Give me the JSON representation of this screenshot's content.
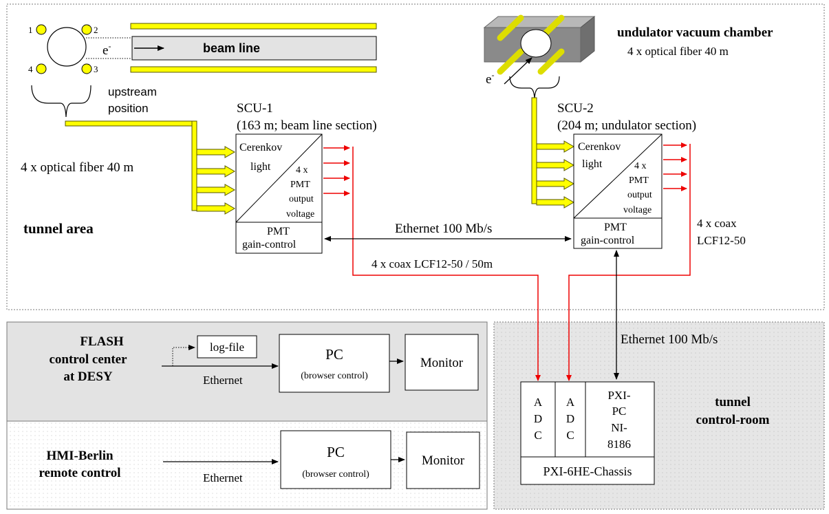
{
  "colors": {
    "fiber": "#ffff00",
    "fiber_outline": "#555500",
    "signal": "#ee0000",
    "panel_gray": "#e3e3e3",
    "chamber": "#888888"
  },
  "upstream": {
    "pmt_labels": [
      "1",
      "2",
      "4",
      "3"
    ],
    "electron": "e",
    "electron_sup": "-",
    "beam_line": "beam line",
    "position_line1": "upstream",
    "position_line2": "position",
    "fiber_label": "4 x optical fiber 40 m"
  },
  "undulator": {
    "title": "undulator vacuum chamber",
    "fiber_label": "4 x optical fiber 40 m",
    "electron": "e",
    "electron_sup": "-"
  },
  "scu1": {
    "title": "SCU-1",
    "subtitle": "(163 m; beam line section)",
    "cerenkov_line1": "Cerenkov",
    "cerenkov_line2": "light",
    "pmt_lines": [
      "4 x",
      "PMT",
      "output",
      "voltage"
    ],
    "gain_line1": "PMT",
    "gain_line2": "gain-control"
  },
  "scu2": {
    "title": "SCU-2",
    "subtitle": "(204 m; undulator section)",
    "cerenkov_line1": "Cerenkov",
    "cerenkov_line2": "light",
    "pmt_lines": [
      "4 x",
      "PMT",
      "output",
      "voltage"
    ],
    "gain_line1": "PMT",
    "gain_line2": "gain-control"
  },
  "tunnel": {
    "area_label": "tunnel area",
    "ethernet_label": "Ethernet 100 Mb/s",
    "coax_label": "4 x coax LCF12-50 / 50m",
    "coax2_line1": "4 x coax",
    "coax2_line2": "LCF12-50"
  },
  "flash": {
    "line1": "FLASH",
    "line2": "control center",
    "line3": "at DESY",
    "logfile": "log-file",
    "ethernet": "Ethernet",
    "pc": "PC",
    "browser": "(browser control)",
    "monitor": "Monitor"
  },
  "hmi": {
    "line1": "HMI-Berlin",
    "line2": "remote control",
    "ethernet": "Ethernet",
    "pc": "PC",
    "browser": "(browser control)",
    "monitor": "Monitor"
  },
  "control_room": {
    "ethernet_label": "Ethernet 100 Mb/s",
    "adc_letters": [
      "A",
      "D",
      "C"
    ],
    "pxi_lines": [
      "PXI-",
      "PC",
      "NI-",
      "8186"
    ],
    "chassis": "PXI-6HE-Chassis",
    "title_line1": "tunnel",
    "title_line2": "control-room"
  }
}
